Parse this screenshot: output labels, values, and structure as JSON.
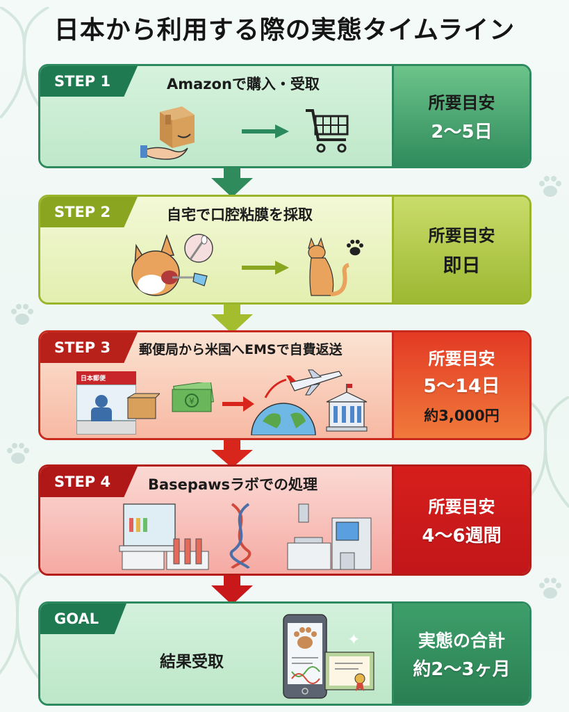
{
  "title": "日本から利用する際の実態タイムライン",
  "colors": {
    "step1": "#2f8b5c",
    "step2": "#9db832",
    "step3": "#e33a24",
    "step4": "#c2161a",
    "goal": "#2a7f52"
  },
  "steps": [
    {
      "badge": "STEP 1",
      "title": "Amazonで購入・受取",
      "duration_label": "所要目安",
      "duration_value": "2〜5日",
      "icons": [
        "package-in-hand-icon",
        "arrow-right-icon",
        "shopping-cart-icon"
      ]
    },
    {
      "badge": "STEP 2",
      "title": "自宅で口腔粘膜を採取",
      "duration_label": "所要目安",
      "duration_value": "即日",
      "icons": [
        "cat-swab-icon",
        "arrow-right-icon",
        "sitting-cat-icon",
        "paw-icon"
      ]
    },
    {
      "badge": "STEP 3",
      "title": "郵便局から米国へEMSで自費返送",
      "duration_label": "所要目安",
      "duration_value": "5〜14日",
      "cost": "約3,000円",
      "post_office_sign": "日本郵便",
      "icons": [
        "post-office-counter-icon",
        "yen-bill-icon",
        "arrow-right-icon",
        "globe-airplane-icon",
        "government-building-icon"
      ]
    },
    {
      "badge": "STEP 4",
      "title": "Basepawsラボでの処理",
      "duration_label": "所要目安",
      "duration_value": "4〜6週間",
      "icons": [
        "lab-bench-test-tubes-icon",
        "dna-helix-icon",
        "sequencer-machine-icon"
      ]
    },
    {
      "badge": "GOAL",
      "title": "結果受取",
      "duration_label": "実態の合計",
      "duration_value": "約2〜3ヶ月",
      "icons": [
        "smartphone-result-icon",
        "certificate-icon"
      ]
    }
  ]
}
